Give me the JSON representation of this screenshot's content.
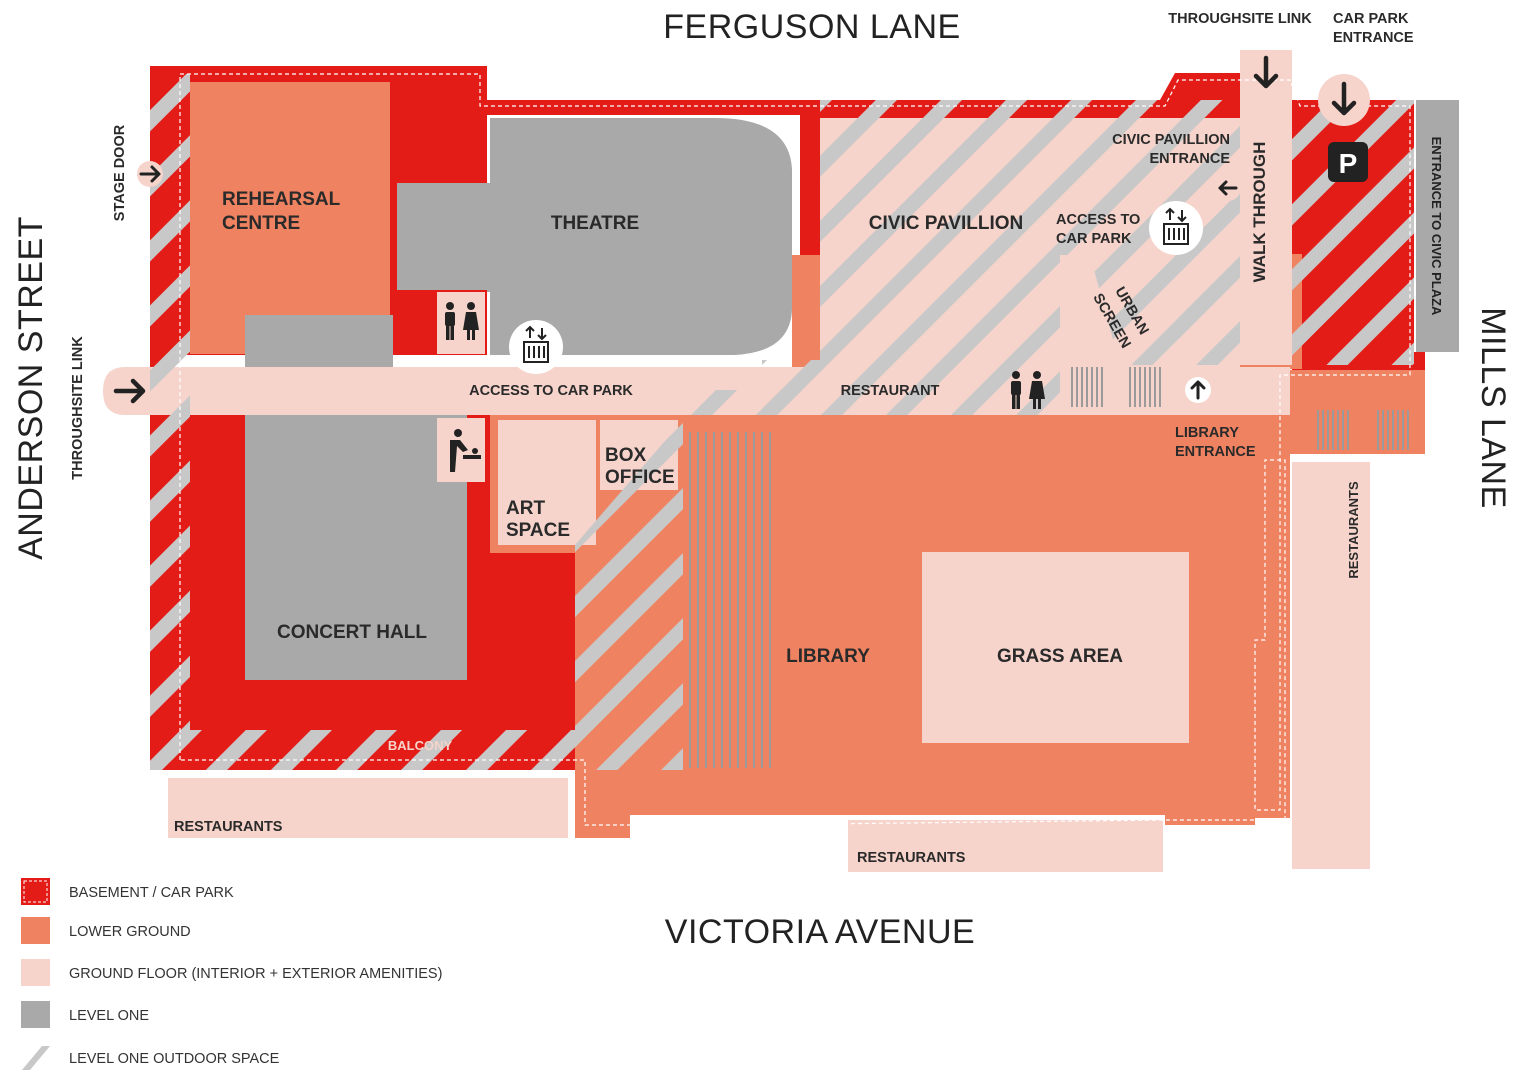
{
  "colors": {
    "basement": "#e31c17",
    "lower_ground": "#ef8361",
    "ground_floor": "#f6d4cb",
    "level_one": "#a9a9a9",
    "hatch": "#c8c8c8",
    "text": "#2a2a2a"
  },
  "streets": {
    "north": "FERGUSON LANE",
    "south": "VICTORIA AVENUE",
    "west": "ANDERSON STREET",
    "east": "MILLS LANE"
  },
  "rooms": {
    "rehearsal_1": "REHEARSAL",
    "rehearsal_2": "CENTRE",
    "theatre": "THEATRE",
    "civic": "CIVIC PAVILLION",
    "concert": "CONCERT HALL",
    "art_1": "ART",
    "art_2": "SPACE",
    "box_1": "BOX",
    "box_2": "OFFICE",
    "library": "LIBRARY",
    "grass": "GRASS AREA",
    "restaurant": "RESTAURANT"
  },
  "labels": {
    "stage_door": "STAGE DOOR",
    "throughsite_west": "THROUGHSITE LINK",
    "throughsite_north": "THROUGHSITE LINK",
    "car_park_entrance_1": "CAR PARK",
    "car_park_entrance_2": "ENTRANCE",
    "civic_entrance_1": "CIVIC PAVILLION",
    "civic_entrance_2": "ENTRANCE",
    "access_car_park_1": "ACCESS TO",
    "access_car_park_2": "CAR PARK",
    "access_car_park_corridor": "ACCESS TO CAR PARK",
    "walk_through": "WALK THROUGH",
    "urban_1": "URBAN",
    "urban_2": "SCREEN",
    "library_entrance_1": "LIBRARY",
    "library_entrance_2": "ENTRANCE",
    "entrance_civic_plaza": "ENTRANCE TO CIVIC PLAZA",
    "restaurants_east": "RESTAURANTS",
    "restaurants_southwest": "RESTAURANTS",
    "restaurants_south": "RESTAURANTS",
    "balcony": "BALCONY",
    "parking_symbol": "P"
  },
  "icons": {
    "toilets": "toilets-icon",
    "lift": "lift-icon",
    "baby_change": "baby-change-icon",
    "parking": "parking-icon",
    "arrow": "arrow-icon"
  },
  "legend": [
    {
      "label": "BASEMENT / CAR PARK",
      "swatch": "basement"
    },
    {
      "label": "LOWER GROUND",
      "swatch": "lower_ground"
    },
    {
      "label": "GROUND FLOOR (INTERIOR + EXTERIOR AMENITIES)",
      "swatch": "ground_floor"
    },
    {
      "label": "LEVEL ONE",
      "swatch": "level_one"
    },
    {
      "label": "LEVEL ONE OUTDOOR SPACE",
      "swatch": "hatch"
    }
  ]
}
